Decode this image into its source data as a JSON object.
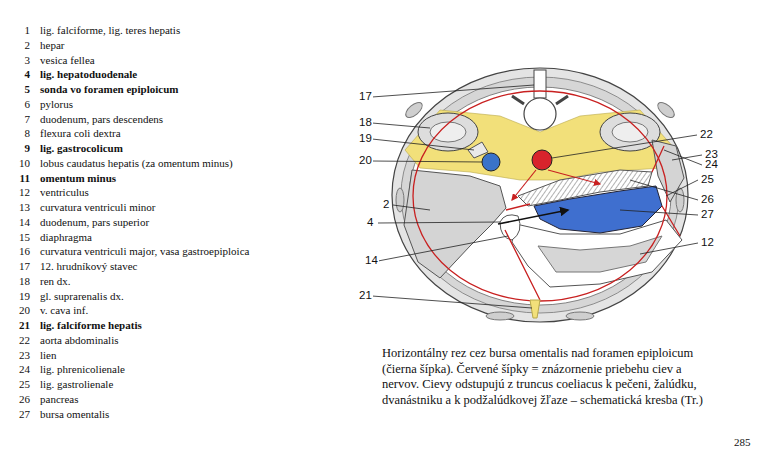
{
  "diagram": {
    "caption": "Horizontálny rez cez bursa omentalis nad foramen epiploicum (čierna šípka). Červené šípky = znázornenie priebehu ciev a nervov. Cievy odstupujú z truncus coeliacus k pečeni, žalúdku, dvanástniku a k podžalúdkovej žľaze – schematická kresba (Tr.)",
    "labels": [
      "1",
      "lig. falciforme, lig. teres hepatis",
      "2",
      "hepar",
      "3",
      "vesica fellea",
      "4",
      "lig. hepatoduodenale",
      "5",
      "sonda vo foramen epiploicum",
      "6",
      "pylorus",
      "7",
      "duodenum, pars descendens",
      "8",
      "flexura coli dextra",
      "9",
      "lig. gastrocolicum",
      "10",
      "lobus caudatus hepatis (za omentum minus)",
      "11",
      "omentum minus",
      "12",
      "ventriculus",
      "13",
      "curvatura ventriculi minor",
      "14",
      "duodenum, pars superior",
      "15",
      "diaphragma",
      "16",
      "curvatura ventriculi major, vasa gastroepiploica",
      "17",
      "12. hrudníkový stavec",
      "18",
      "ren dx.",
      "19",
      "gl. suprarenalis dx.",
      "20",
      "v. cava inf.",
      "21",
      "lig. falciforme hepatis",
      "22",
      "aorta abdominalis",
      "23",
      "lien",
      "24",
      "lig. phrenicolienale",
      "25",
      "lig. gastrolienale",
      "26",
      "pancreas",
      "27",
      "bursa omentalis",
      "17",
      "18",
      "19",
      "20",
      "2",
      "4",
      "14",
      "21",
      "22",
      "23",
      "24",
      "25",
      "26",
      "27",
      "12",
      "285"
    ]
  }
}
